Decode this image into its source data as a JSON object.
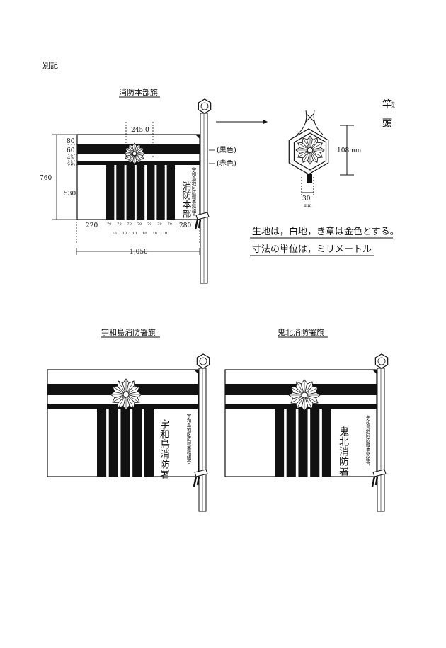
{
  "heading": "別記",
  "main_flag": {
    "title": "消防本部旗",
    "name": "消防本部",
    "org": "宇和島地区広域事務組合",
    "emblem_width": "245.0",
    "top_dims": [
      "80",
      "60",
      "45",
      "45"
    ],
    "height_total": "760",
    "height_lower": "530",
    "left_width": "220",
    "stripe_widths": [
      "70",
      "70",
      "70",
      "70",
      "70",
      "70",
      "70"
    ],
    "gap_widths": [
      "10",
      "10",
      "10",
      "10",
      "10",
      "10"
    ],
    "right_width": "280",
    "total_width": "1,050",
    "black_label": "(黒色)",
    "red_label": "(赤色)"
  },
  "finial_detail": {
    "label_main": "竿",
    "label_ruby": "かん",
    "label_second": "頭",
    "height": "108mm",
    "width": "30",
    "width_unit": "mm"
  },
  "notes": [
    "生地は，白地，き章は金色とする。",
    "寸法の単位は，ミリメートル"
  ],
  "flags": [
    {
      "title": "宇和島消防署旗",
      "name": "宇和島消防署",
      "org": "宇和島地区広域事務組合"
    },
    {
      "title": "鬼北消防署旗",
      "name": "鬼北消防署",
      "org": "宇和島地区広域事務組合"
    }
  ]
}
